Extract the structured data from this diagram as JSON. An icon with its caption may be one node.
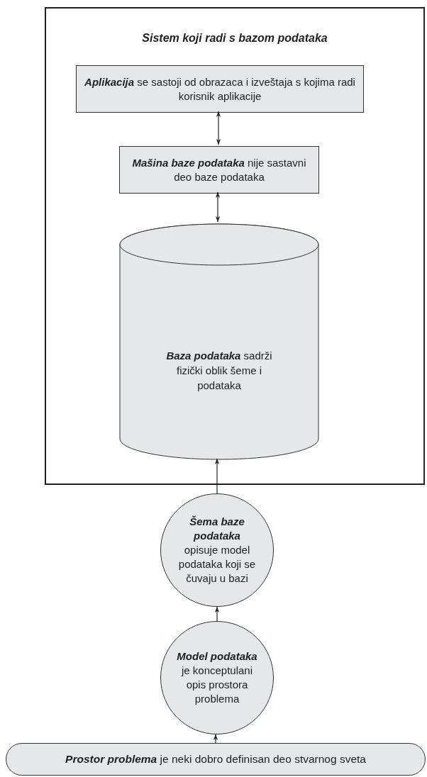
{
  "diagram": {
    "nodes": [
      {
        "text": [
          "Sistem koji radi s bazom podataka"
        ]
      },
      {
        "text": [
          "**Aplikacija** se sastoji od obrazaca i izveštaja s kojima radi korisnik aplikacije"
        ],
        "in": 0
      },
      {
        "text": [
          "**Mašina baze podataka** nije sastavni deo baze podataka"
        ],
        "in": 0
      },
      {
        "text": [
          "**Baza podataka** sadrži fizički oblik šeme i podataka"
        ],
        "in": 0
      },
      {
        "text": [
          "**Šema baze podataka** opisuje model podataka koji se čuvaju u bazi"
        ]
      },
      {
        "text": [
          "**Model podataka** je konceptulani opis prostora problema"
        ]
      },
      {
        "text": [
          "**Prostor problema** je neki dobro definisan deo stvarnog sveta"
        ]
      }
    ],
    "edges": [
      {
        "from": 1,
        "to": 2,
        "arrow": "both"
      },
      {
        "from": 2,
        "to": 3,
        "arrow": "both"
      },
      {
        "from": 4,
        "to": 3,
        "arrow": "to"
      },
      {
        "from": 5,
        "to": 4,
        "arrow": "to"
      },
      {
        "from": 6,
        "to": 5,
        "arrow": "to"
      }
    ]
  }
}
